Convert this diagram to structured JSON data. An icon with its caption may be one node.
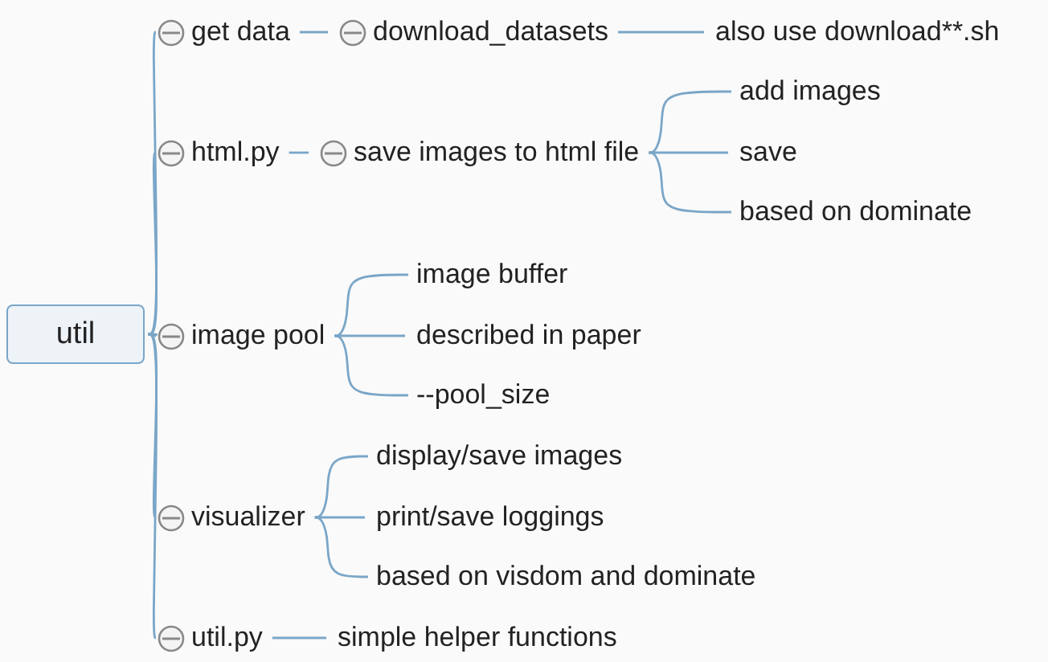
{
  "diagram": {
    "nodes": [
      {
        "text": [
          "util"
        ]
      },
      {
        "text": [
          "get data"
        ]
      },
      {
        "text": [
          "download_datasets"
        ]
      },
      {
        "text": [
          "also use download**.sh"
        ]
      },
      {
        "text": [
          "html.py"
        ]
      },
      {
        "text": [
          "save images to html file"
        ]
      },
      {
        "text": [
          "add images"
        ]
      },
      {
        "text": [
          "save"
        ]
      },
      {
        "text": [
          "based on dominate"
        ]
      },
      {
        "text": [
          "image pool"
        ]
      },
      {
        "text": [
          "image buffer"
        ]
      },
      {
        "text": [
          "described in paper"
        ]
      },
      {
        "text": [
          "--pool_size"
        ]
      },
      {
        "text": [
          "visualizer"
        ]
      },
      {
        "text": [
          "display/save images"
        ]
      },
      {
        "text": [
          "print/save loggings"
        ]
      },
      {
        "text": [
          "based on visdom and dominate"
        ]
      },
      {
        "text": [
          "util.py"
        ]
      },
      {
        "text": [
          "simple helper functions"
        ]
      }
    ],
    "edges": [
      {
        "from": 0,
        "to": 1,
        "arrow": "none"
      },
      {
        "from": 1,
        "to": 2,
        "arrow": "none"
      },
      {
        "from": 2,
        "to": 3,
        "arrow": "none"
      },
      {
        "from": 0,
        "to": 4,
        "arrow": "none"
      },
      {
        "from": 4,
        "to": 5,
        "arrow": "none"
      },
      {
        "from": 5,
        "to": 6,
        "arrow": "none"
      },
      {
        "from": 5,
        "to": 7,
        "arrow": "none"
      },
      {
        "from": 5,
        "to": 8,
        "arrow": "none"
      },
      {
        "from": 0,
        "to": 9,
        "arrow": "none"
      },
      {
        "from": 9,
        "to": 10,
        "arrow": "none"
      },
      {
        "from": 9,
        "to": 11,
        "arrow": "none"
      },
      {
        "from": 9,
        "to": 12,
        "arrow": "none"
      },
      {
        "from": 0,
        "to": 13,
        "arrow": "none"
      },
      {
        "from": 13,
        "to": 14,
        "arrow": "none"
      },
      {
        "from": 13,
        "to": 15,
        "arrow": "none"
      },
      {
        "from": 13,
        "to": 16,
        "arrow": "none"
      },
      {
        "from": 0,
        "to": 17,
        "arrow": "none"
      },
      {
        "from": 17,
        "to": 18,
        "arrow": "none"
      }
    ]
  }
}
